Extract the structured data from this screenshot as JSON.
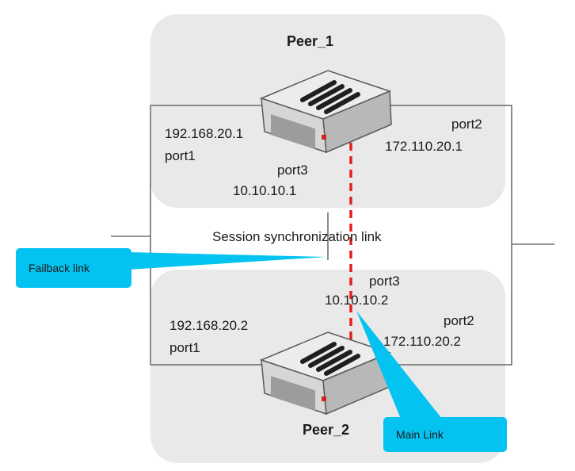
{
  "colors": {
    "peer_panel": "#e9e9e9",
    "outer_frame_bg": "#f3f3f3",
    "callout": "#05c3f0",
    "session_link": "#e41b1b",
    "device_body": "#d8d8d8"
  },
  "peer1": {
    "name": "Peer_1",
    "port1_ip": "192.168.20.1",
    "port1_label": "port1",
    "port2_label": "port2",
    "port2_ip": "172.110.20.1",
    "port3_label": "port3",
    "port3_ip": "10.10.10.1"
  },
  "peer2": {
    "name": "Peer_2",
    "port1_ip": "192.168.20.2",
    "port1_label": "port1",
    "port2_label": "port2",
    "port2_ip": "172.110.20.2",
    "port3_label": "port3",
    "port3_ip": "10.10.10.2"
  },
  "session_link_label": "Session synchronization link",
  "callouts": {
    "failback": "Failback link",
    "main": "Main Link"
  },
  "icons": {
    "device": "firewall-appliance-icon"
  }
}
